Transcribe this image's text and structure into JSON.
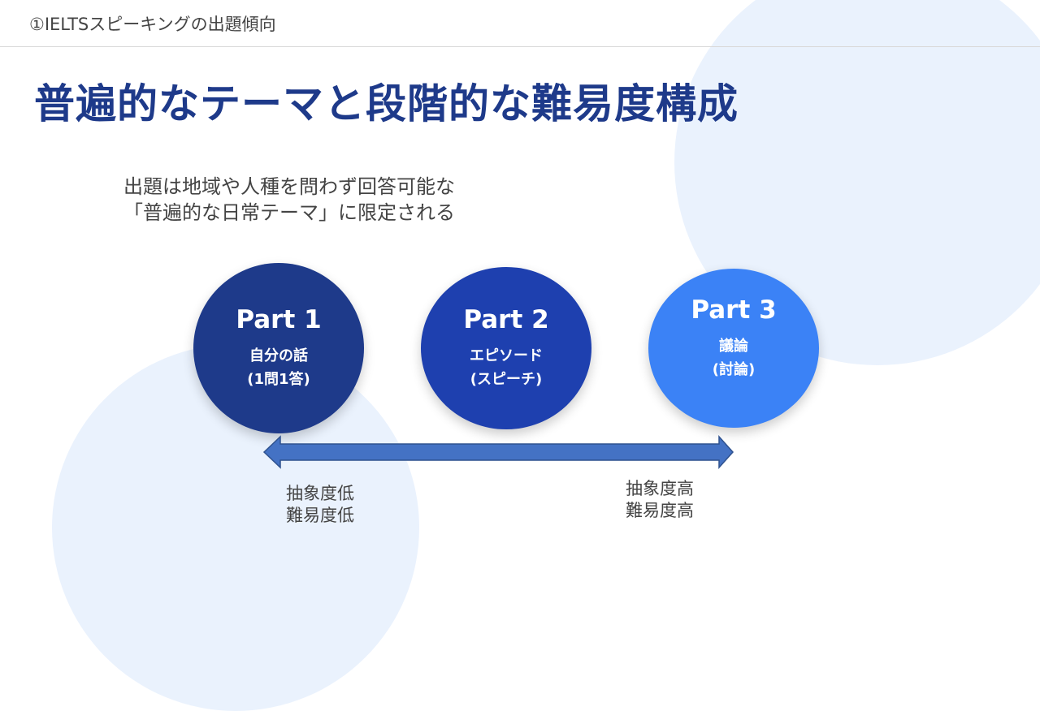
{
  "header": {
    "title": "①IELTSスピーキングの出題傾向"
  },
  "title": "普遍的なテーマと段階的な難易度構成",
  "subtitle": {
    "line1": "出題は地域や人種を問わず回答可能な",
    "line2": "「普遍的な日常テーマ」に限定される"
  },
  "parts": [
    {
      "name": "Part 1",
      "desc1": "自分の話",
      "desc2": "(1問1答)",
      "color": "#1e3a8a"
    },
    {
      "name": "Part 2",
      "desc1": "エピソード",
      "desc2": "(スピーチ)",
      "color": "#1e40af"
    },
    {
      "name": "Part 3",
      "desc1": "議論",
      "desc2": "(討論)",
      "color": "#3b82f6"
    }
  ],
  "scale": {
    "low": {
      "line1": "抽象度低",
      "line2": "難易度低"
    },
    "high": {
      "line1": "抽象度高",
      "line2": "難易度高"
    },
    "arrow_color": "#4472c4"
  }
}
